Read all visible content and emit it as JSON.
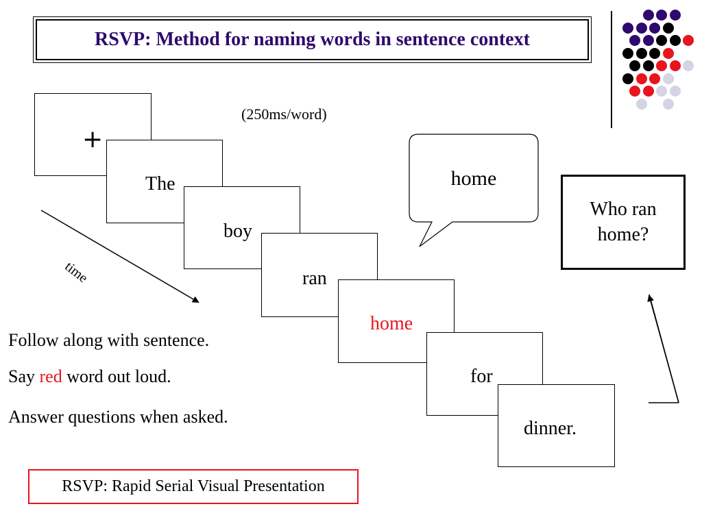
{
  "title": "RSVP: Method for naming words in sentence context",
  "rate_label": "(250ms/word)",
  "fixation_symbol": "+",
  "time_label": "time",
  "frames": [
    {
      "word": "The",
      "highlight": false
    },
    {
      "word": "boy",
      "highlight": false
    },
    {
      "word": "ran",
      "highlight": false
    },
    {
      "word": "home",
      "highlight": true
    },
    {
      "word": "for",
      "highlight": false
    },
    {
      "word": "dinner.",
      "highlight": false
    }
  ],
  "speech_bubble": "home",
  "question": "Who ran home?",
  "instructions": {
    "line1": "Follow along with sentence.",
    "line2_prefix": "Say ",
    "line2_red": "red",
    "line2_suffix": " word out loud.",
    "line3": "Answer questions when asked."
  },
  "definition": "RSVP: Rapid Serial Visual Presentation",
  "colors": {
    "title": "#2e0a6e",
    "highlight": "#e8141e",
    "dot_purple": "#2e0a6e",
    "dot_black": "#000000",
    "dot_red": "#e8141e",
    "dot_grey": "#d4d4e4"
  }
}
